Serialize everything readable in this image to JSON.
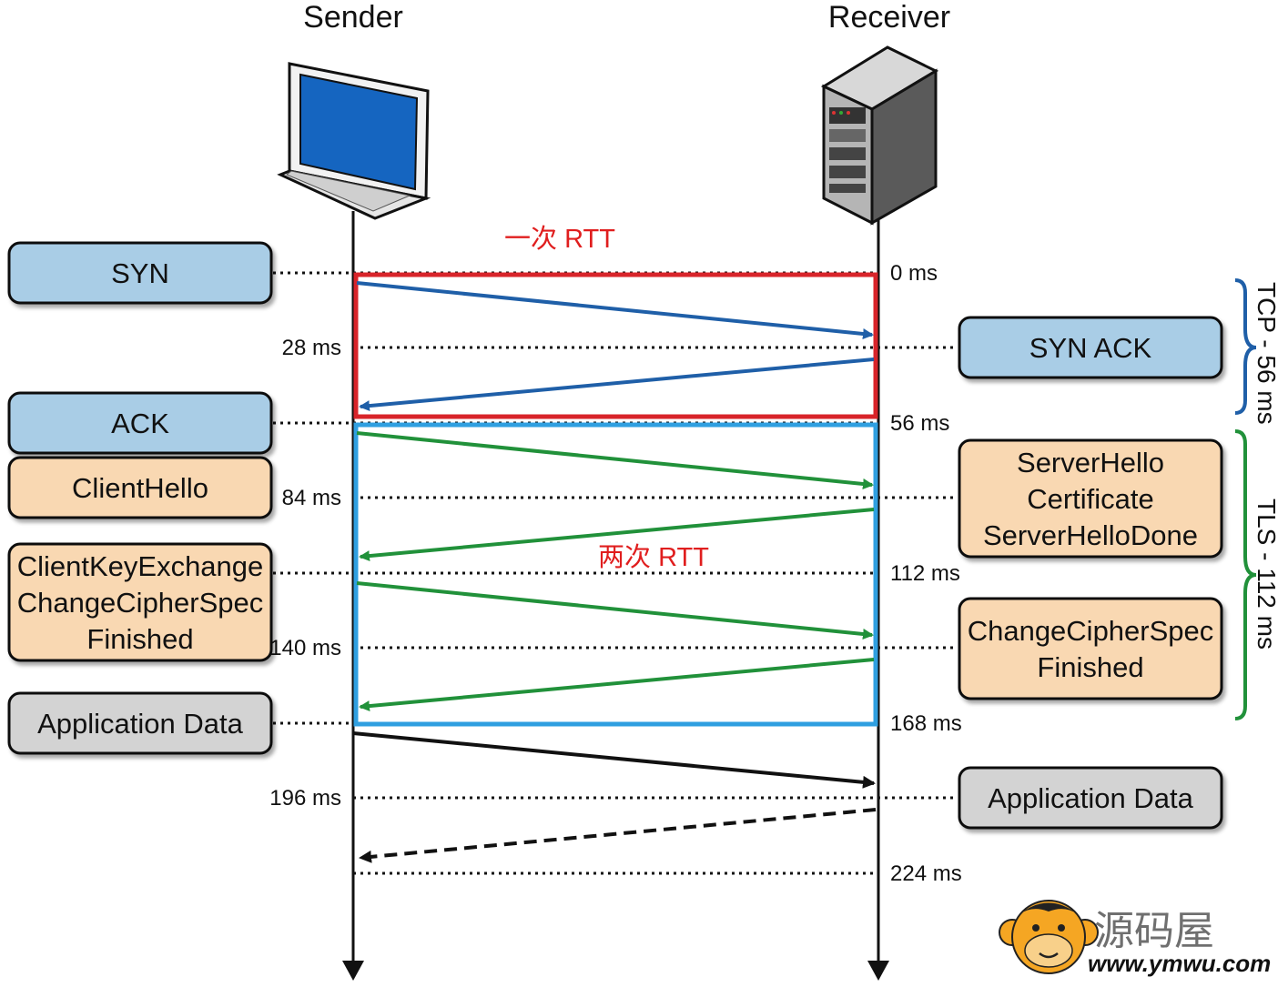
{
  "parties": {
    "sender": "Sender",
    "receiver": "Receiver"
  },
  "colors": {
    "tcp_box": "#a9cde6",
    "tls_box": "#f9d8b2",
    "app_box": "#d3d3d3",
    "tcp_arrow": "#1f5fa8",
    "tls_arrow": "#21913a",
    "rtt_one_frame": "#d8242a",
    "rtt_two_frame": "#2f9fe0",
    "rtt_text": "#e01e1e"
  },
  "annotations": {
    "one_rtt": "一次 RTT",
    "two_rtt": "两次 RTT"
  },
  "times": {
    "t0": "0 ms",
    "t28": "28 ms",
    "t56": "56 ms",
    "t84": "84 ms",
    "t112": "112 ms",
    "t140": "140 ms",
    "t168": "168 ms",
    "t196": "196 ms",
    "t224": "224 ms"
  },
  "sender_messages": {
    "syn": "SYN",
    "ack": "ACK",
    "client_hello": "ClientHello",
    "client_key_exchange": [
      "ClientKeyExchange",
      "ChangeCipherSpec",
      "Finished"
    ],
    "app_data": "Application Data"
  },
  "receiver_messages": {
    "syn_ack": "SYN ACK",
    "server_hello": [
      "ServerHello",
      "Certificate",
      "ServerHelloDone"
    ],
    "change_cipher_spec": [
      "ChangeCipherSpec",
      "Finished"
    ],
    "app_data": "Application Data"
  },
  "phases": {
    "tcp": "TCP - 56 ms",
    "tls": "TLS - 112 ms"
  },
  "watermark": {
    "title": "源码屋",
    "url": "www.ymwu.com"
  }
}
